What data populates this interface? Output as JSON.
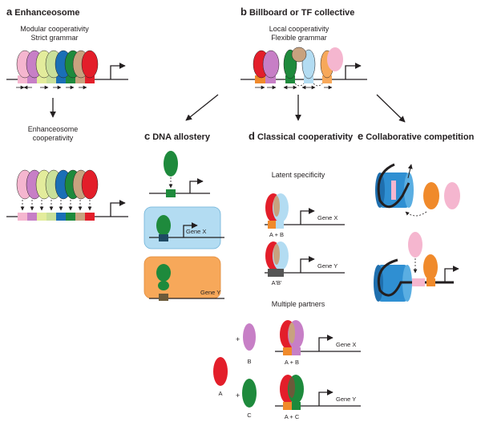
{
  "panels": {
    "a": {
      "letter": "a",
      "title": "Enhanceosome",
      "line1": "Modular cooperativity",
      "line2": "Strict grammar",
      "lower1": "Enhanceosome",
      "lower2": "cooperativity"
    },
    "b": {
      "letter": "b",
      "title": "Billboard or TF collective",
      "line1": "Local cooperativity",
      "line2": "Flexible grammar"
    },
    "c": {
      "letter": "c",
      "title": "DNA allostery",
      "gene_x": "Gene X",
      "gene_y": "Gene Y"
    },
    "d": {
      "letter": "d",
      "title": "Classical cooperativity",
      "latent": "Latent specificity",
      "gene_x": "Gene X",
      "gene_y": "Gene Y",
      "site_ab": "A + B",
      "site_ab_prime": "A'B'",
      "multiple": "Multiple partners",
      "plus": "+",
      "label_a": "A",
      "label_b": "B",
      "label_c": "C",
      "gene_x2": "Gene X",
      "gene_y2": "Gene Y",
      "site_ab2": "A + B",
      "site_ac": "A + C"
    },
    "e": {
      "letter": "e",
      "title": "Collaborative competition"
    }
  },
  "colors": {
    "red": "#e31e2a",
    "green": "#1e8a3c",
    "blue": "#1a6fb6",
    "magenta": "#c77fc6",
    "pink": "#f5b6cf",
    "lightgreen": "#c9e09a",
    "yellowgreen": "#e3ec9c",
    "tan": "#c8a27f",
    "lightblue": "#b3dcf2",
    "orange": "#f08a2b",
    "peach": "#f7a85a",
    "nucleosome": "#2f8fd2"
  }
}
